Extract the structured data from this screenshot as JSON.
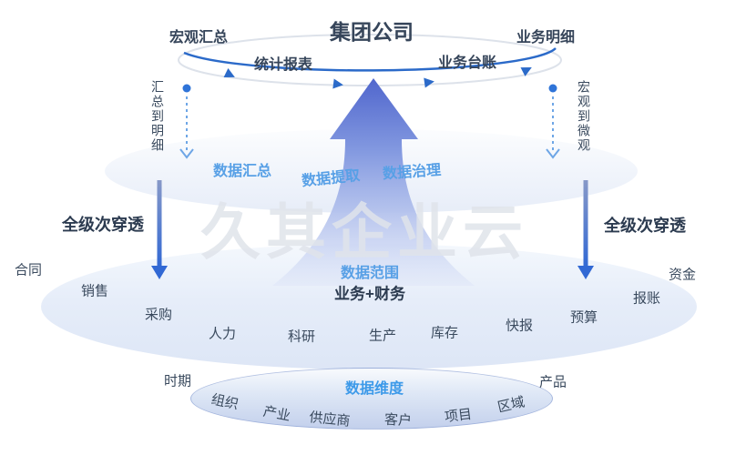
{
  "title": "集团公司",
  "watermark": "久其企业云",
  "top_flow": {
    "left_label": "宏观汇总",
    "right_label": "业务明细",
    "arc_left_label": "统计报表",
    "arc_right_label": "业务台账"
  },
  "side_flows": {
    "left_vertical": "汇总到明细",
    "right_vertical": "宏观到微观",
    "left_penetration": "全级次穿透",
    "right_penetration": "全级次穿透"
  },
  "layers": {
    "summary": {
      "items": [
        "数据汇总",
        "数据提取",
        "数据治理"
      ]
    },
    "scope": {
      "title": "数据范围",
      "subtitle": "业务+财务",
      "items": [
        "合同",
        "销售",
        "采购",
        "人力",
        "科研",
        "生产",
        "库存",
        "快报",
        "预算",
        "报账",
        "资金"
      ]
    },
    "dimension": {
      "title": "数据维度",
      "items": [
        "时期",
        "组织",
        "产业",
        "供应商",
        "客户",
        "项目",
        "区域",
        "产品"
      ]
    }
  },
  "colors": {
    "arc_blue": "#2b6ac9",
    "layer_label_blue": "#58a0e6",
    "dark_text": "#36455a",
    "arrow_top": "#5571d3",
    "arrow_bottom": "#d5ddf6",
    "watermark_gray": "#e0e4eb"
  }
}
